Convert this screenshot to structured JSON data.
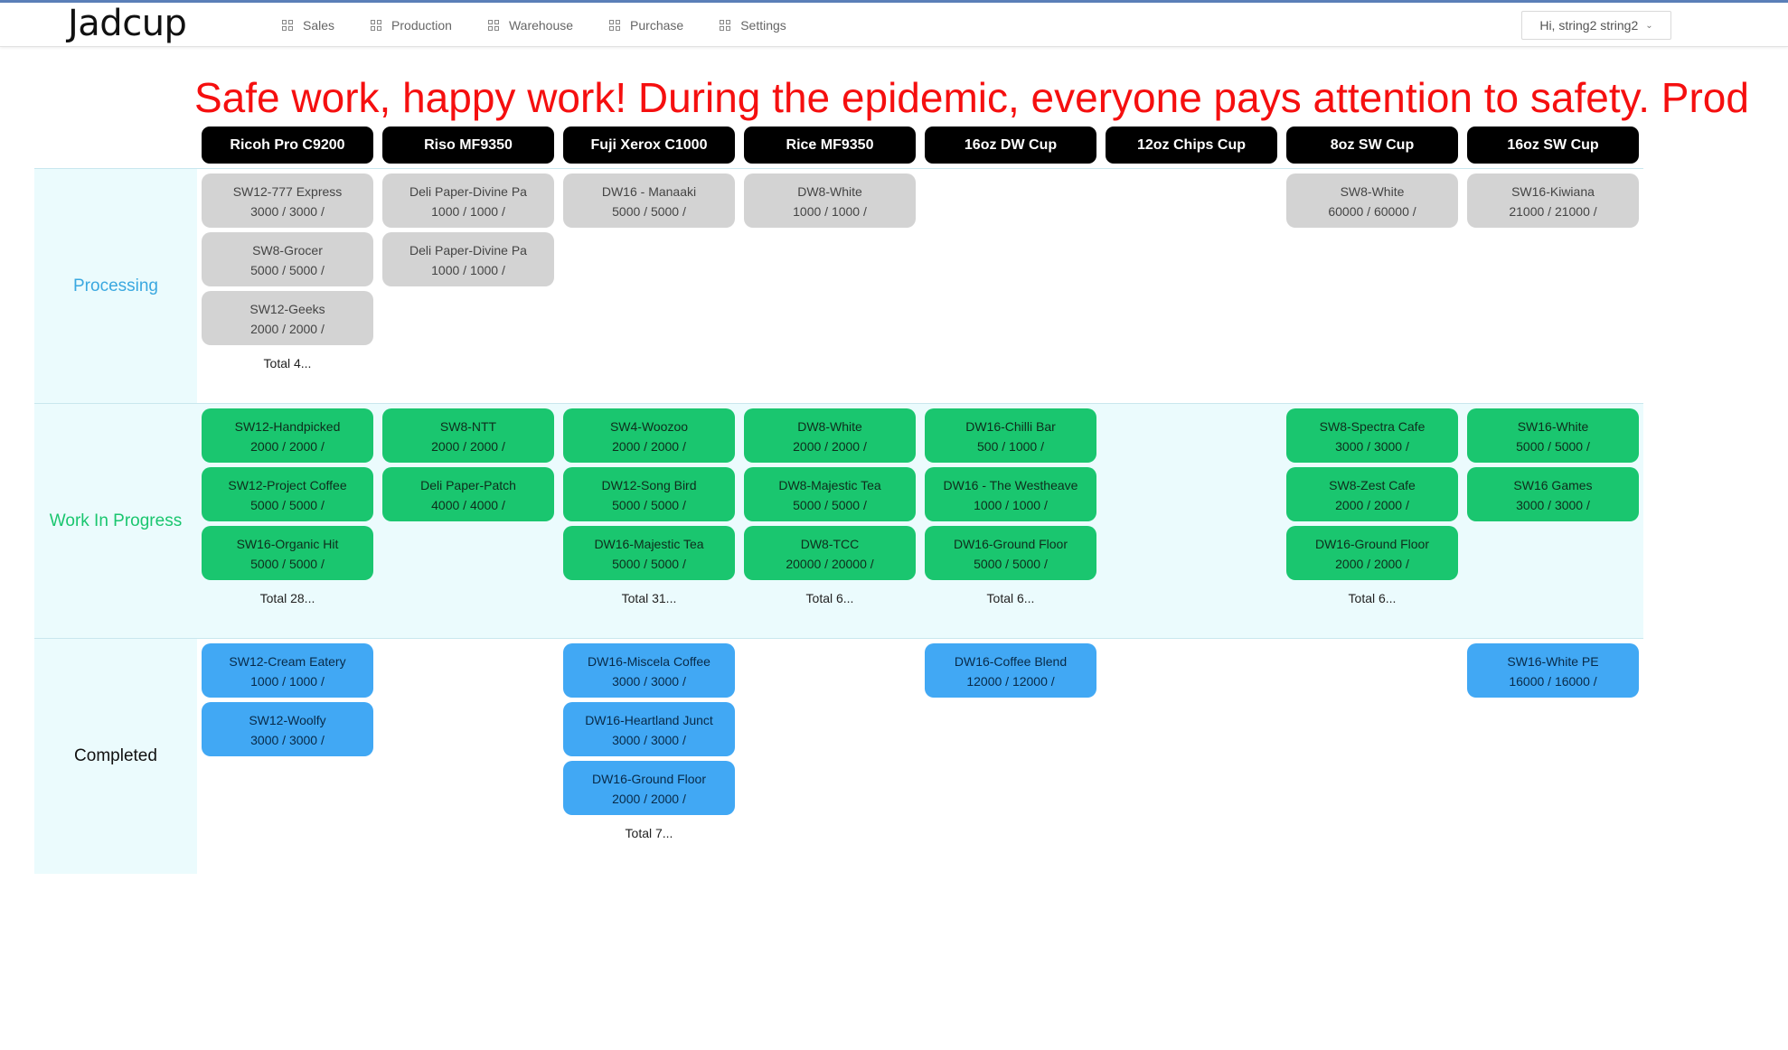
{
  "nav": {
    "logo": "Jadcup",
    "menu": [
      "Sales",
      "Production",
      "Warehouse",
      "Purchase",
      "Settings"
    ],
    "user": "Hi, string2 string2"
  },
  "banner": {
    "text": "Safe work, happy work! During the epidemic, everyone pays attention to safety. Produc",
    "color": "#f50f0f"
  },
  "columns": [
    "Ricoh Pro C9200",
    "Riso MF9350",
    "Fuji Xerox C1000",
    "Rice MF9350",
    "16oz DW Cup",
    "12oz Chips Cup",
    "8oz SW Cup",
    "16oz SW Cup"
  ],
  "rows": [
    {
      "label": "Processing",
      "label_color": "#3aa8e0",
      "cells": [
        {
          "cards": [
            {
              "name": "SW12-777 Express",
              "qty": "3000 / 3000 /"
            },
            {
              "name": "SW8-Grocer",
              "qty": "5000 / 5000 /"
            },
            {
              "name": "SW12-Geeks",
              "qty": "2000 / 2000 /"
            }
          ],
          "total": "Total 4..."
        },
        {
          "cards": [
            {
              "name": "Deli Paper-Divine Pa",
              "qty": "1000 / 1000 /"
            },
            {
              "name": "Deli Paper-Divine Pa",
              "qty": "1000 / 1000 /"
            }
          ],
          "total": ""
        },
        {
          "cards": [
            {
              "name": "DW16 - Manaaki",
              "qty": "5000 / 5000 /"
            }
          ],
          "total": ""
        },
        {
          "cards": [
            {
              "name": "DW8-White",
              "qty": "1000 / 1000 /"
            }
          ],
          "total": ""
        },
        {
          "cards": [],
          "total": ""
        },
        {
          "cards": [],
          "total": ""
        },
        {
          "cards": [
            {
              "name": "SW8-White",
              "qty": "60000 / 60000 /"
            }
          ],
          "total": ""
        },
        {
          "cards": [
            {
              "name": "SW16-Kiwiana",
              "qty": "21000 / 21000 /"
            }
          ],
          "total": ""
        }
      ]
    },
    {
      "label": "Work In Progress",
      "label_color": "#1ac66f",
      "cells": [
        {
          "cards": [
            {
              "name": "SW12-Handpicked",
              "qty": "2000 / 2000 /"
            },
            {
              "name": "SW12-Project Coffee",
              "qty": "5000 / 5000 /"
            },
            {
              "name": "SW16-Organic Hit",
              "qty": "5000 / 5000 /"
            }
          ],
          "total": "Total 28..."
        },
        {
          "cards": [
            {
              "name": "SW8-NTT",
              "qty": "2000 / 2000 /"
            },
            {
              "name": "Deli Paper-Patch",
              "qty": "4000 / 4000 /"
            }
          ],
          "total": ""
        },
        {
          "cards": [
            {
              "name": "SW4-Woozoo",
              "qty": "2000 / 2000 /"
            },
            {
              "name": "DW12-Song Bird",
              "qty": "5000 / 5000 /"
            },
            {
              "name": "DW16-Majestic Tea",
              "qty": "5000 / 5000 /"
            }
          ],
          "total": "Total 31..."
        },
        {
          "cards": [
            {
              "name": "DW8-White",
              "qty": "2000 / 2000 /"
            },
            {
              "name": "DW8-Majestic Tea",
              "qty": "5000 / 5000 /"
            },
            {
              "name": "DW8-TCC",
              "qty": "20000 / 20000 /"
            }
          ],
          "total": "Total 6..."
        },
        {
          "cards": [
            {
              "name": "DW16-Chilli Bar",
              "qty": "500 / 1000 /"
            },
            {
              "name": "DW16 - The Westheave",
              "qty": "1000 / 1000 /"
            },
            {
              "name": "DW16-Ground Floor",
              "qty": "5000 / 5000 /"
            }
          ],
          "total": "Total 6..."
        },
        {
          "cards": [],
          "total": ""
        },
        {
          "cards": [
            {
              "name": "SW8-Spectra Cafe",
              "qty": "3000 / 3000 /"
            },
            {
              "name": "SW8-Zest Cafe",
              "qty": "2000 / 2000 /"
            },
            {
              "name": "DW16-Ground Floor",
              "qty": "2000 / 2000 /"
            }
          ],
          "total": "Total 6..."
        },
        {
          "cards": [
            {
              "name": "SW16-White",
              "qty": "5000 / 5000 /"
            },
            {
              "name": "SW16 Games",
              "qty": "3000 / 3000 /"
            }
          ],
          "total": ""
        }
      ]
    },
    {
      "label": "Completed",
      "label_color": "#111111",
      "cells": [
        {
          "cards": [
            {
              "name": "SW12-Cream Eatery",
              "qty": "1000 / 1000 /"
            },
            {
              "name": "SW12-Woolfy",
              "qty": "3000 / 3000 /"
            }
          ],
          "total": ""
        },
        {
          "cards": [],
          "total": ""
        },
        {
          "cards": [
            {
              "name": "DW16-Miscela Coffee",
              "qty": "3000 / 3000 /"
            },
            {
              "name": "DW16-Heartland Junct",
              "qty": "3000 / 3000 /"
            },
            {
              "name": "DW16-Ground Floor",
              "qty": "2000 / 2000 /"
            }
          ],
          "total": "Total 7..."
        },
        {
          "cards": [],
          "total": ""
        },
        {
          "cards": [
            {
              "name": "DW16-Coffee Blend",
              "qty": "12000 / 12000 /"
            }
          ],
          "total": ""
        },
        {
          "cards": [],
          "total": ""
        },
        {
          "cards": [],
          "total": ""
        },
        {
          "cards": [
            {
              "name": "SW16-White PE",
              "qty": "16000 / 16000 /"
            }
          ],
          "total": ""
        }
      ]
    }
  ],
  "card_colors": {
    "Processing": "#d3d3d3",
    "Work In Progress": "#1ac66f",
    "Completed": "#41a8f4"
  }
}
